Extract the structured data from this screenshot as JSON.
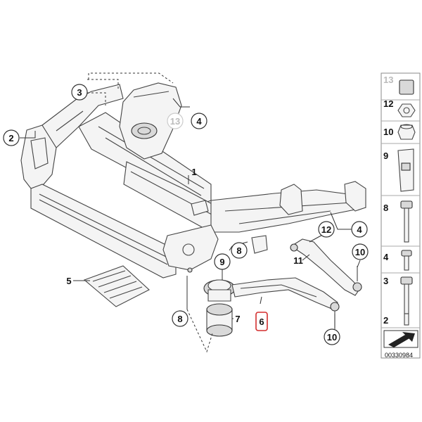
{
  "callouts": {
    "c1": "1",
    "c2": "2",
    "c3": "3",
    "c4a": "4",
    "c4b": "4",
    "c5": "5",
    "c6": "6",
    "c7": "7",
    "c8a": "8",
    "c8b": "8",
    "c9": "9",
    "c10a": "10",
    "c10b": "10",
    "c11": "11",
    "c12": "12",
    "c13": "13"
  },
  "side_legend": {
    "items": [
      "13",
      "12",
      "10",
      "9",
      "8",
      "4",
      "3",
      "2"
    ]
  },
  "diagram_code": "00330984",
  "highlight_color": "#d32f2f"
}
